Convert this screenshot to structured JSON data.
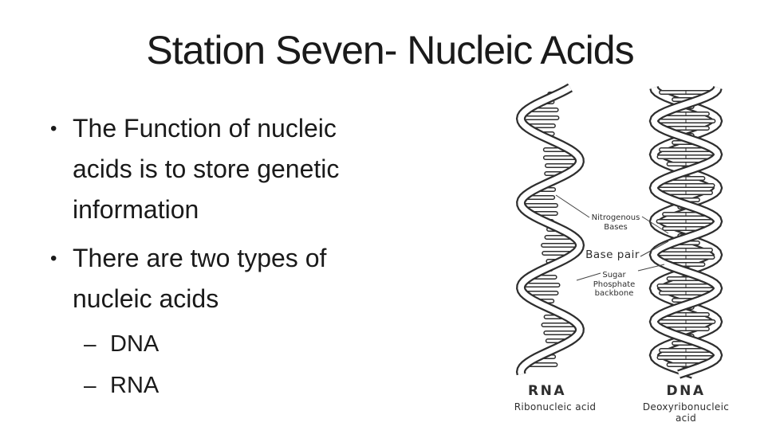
{
  "colors": {
    "text": "#1a1a1a",
    "diagram": "#2e2e2e",
    "bg": "#ffffff"
  },
  "slide": {
    "title": "Station Seven- Nucleic Acids"
  },
  "bullets": {
    "marker": "•",
    "sub_marker": "–",
    "items": [
      {
        "text": "The Function of nucleic\nacids is to store genetic\ninformation"
      },
      {
        "text": "There are two types of\nnucleic acids"
      }
    ],
    "sub_items": [
      "DNA",
      "RNA"
    ]
  },
  "diagram": {
    "labels": {
      "nitrogenous_bases": "Nitrogenous\nBases",
      "base_pair": "Base pair",
      "sugar_phosphate": "Sugar\nPhosphate\nbackbone",
      "left_molecule": "RNA",
      "left_molecule_full": "Ribonucleic acid",
      "right_molecule": "DNA",
      "right_molecule_full": "Deoxyribonucleic acid"
    }
  }
}
